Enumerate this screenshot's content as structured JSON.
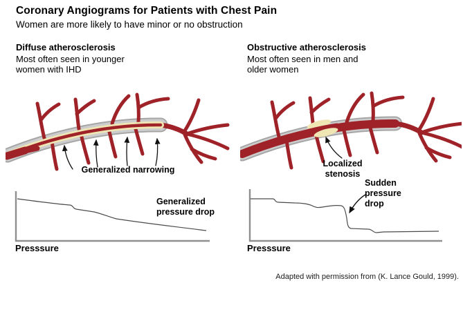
{
  "header": {
    "title": "Coronary Angiograms for Patients with Chest Pain",
    "subtitle": "Women are more likely to have minor or no obstruction"
  },
  "panels": {
    "diffuse": {
      "heading": "Diffuse atherosclerosis",
      "description": "Most often seen in younger\nwomen with IHD",
      "artery_annotation": "Generalized narrowing",
      "graph_annotation": "Generalized\npressure drop",
      "x_axis_label": "Presssure"
    },
    "obstructive": {
      "heading": "Obstructive atherosclerosis",
      "description": "Most often seen in men and\nolder women",
      "artery_annotation": "Localized\nstenosis",
      "graph_annotation": "Sudden\npressure\ndrop",
      "x_axis_label": "Presssure"
    }
  },
  "footer": {
    "attribution": "Adapted with permission from (K. Lance Gould, 1999)."
  },
  "colors": {
    "artery_red": "#9E2227",
    "vessel_wall_outer": "#A6A6A6",
    "vessel_wall_inner": "#CDCDCD",
    "plaque_yellow": "#F0E6B4",
    "axis_gray": "#8F8F8F",
    "curve_gray": "#4A4A4A",
    "arrow_black": "#111111"
  }
}
